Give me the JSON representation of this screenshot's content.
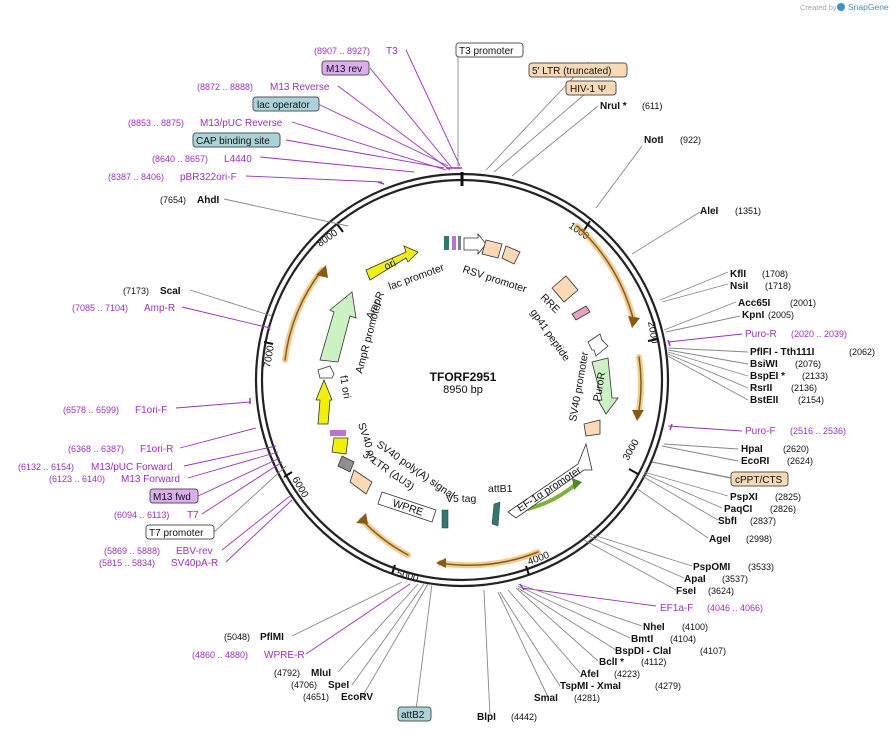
{
  "credit": {
    "prefix": "Created by",
    "brand": "SnapGene"
  },
  "plasmid": {
    "name": "TFORF2951",
    "length": "8950 bp"
  },
  "ticks": [
    "1000",
    "2000",
    "3000",
    "4000",
    "5000",
    "6000",
    "7000",
    "8000"
  ],
  "inner_features": {
    "ori": "ori",
    "lac_promoter": "lac promoter",
    "rsv_promoter": "RSV promoter",
    "rre": "RRE",
    "gp41": "gp41 peptide",
    "sv40_promoter": "SV40 promoter",
    "puror": "PuroR",
    "ef1a": "EF-1α promoter",
    "attb1": "attB1",
    "v5tag": "V5 tag",
    "wpre": "WPRE",
    "ltr": "3' LTR (ΔU3)",
    "sv40polya": "SV40 poly(A) signal",
    "sv40ori": "SV40 ori",
    "f1ori": "f1 ori",
    "ampr_promoter": "AmpR promoter",
    "ampr": "AmpR"
  },
  "boxed_labels": [
    {
      "id": "t3promoter",
      "text": "T3 promoter",
      "style": "white"
    },
    {
      "id": "m13rev",
      "text": "M13 rev",
      "style": "purple"
    },
    {
      "id": "lacop",
      "text": "lac operator",
      "style": "teal"
    },
    {
      "id": "cap",
      "text": "CAP binding site",
      "style": "teal"
    },
    {
      "id": "ltr5",
      "text": "5′ LTR (truncated)",
      "style": "peach"
    },
    {
      "id": "hiv",
      "text": "HIV-1 Ψ",
      "style": "peach"
    },
    {
      "id": "cppt",
      "text": "cPPT/CTS",
      "style": "peach"
    },
    {
      "id": "m13fwd",
      "text": "M13 fwd",
      "style": "purple"
    },
    {
      "id": "t7promoter",
      "text": "T7 promoter",
      "style": "white"
    },
    {
      "id": "attb2",
      "text": "attB2",
      "style": "teal"
    }
  ],
  "left_labels": [
    {
      "pos": "(8907 .. 8927)",
      "name": "T3",
      "primer": true
    },
    {
      "pos": "(8872 .. 8888)",
      "name": "M13 Reverse",
      "primer": true
    },
    {
      "pos": "(8853 .. 8875)",
      "name": "M13/pUC Reverse",
      "primer": true
    },
    {
      "pos": "(8640 .. 8657)",
      "name": "L4440",
      "primer": true
    },
    {
      "pos": "(8387 .. 8406)",
      "name": "pBR322ori-F",
      "primer": true
    },
    {
      "pos": "(7654)",
      "name": "AhdI",
      "primer": false
    },
    {
      "pos": "(7173)",
      "name": "ScaI",
      "primer": false
    },
    {
      "pos": "(7085 .. 7104)",
      "name": "Amp-R",
      "primer": true
    },
    {
      "pos": "(6578 .. 6599)",
      "name": "F1ori-F",
      "primer": true
    },
    {
      "pos": "(6368 .. 6387)",
      "name": "F1ori-R",
      "primer": true
    },
    {
      "pos": "(6132 .. 6154)",
      "name": "M13/pUC Forward",
      "primer": true
    },
    {
      "pos": "(6123 .. 6140)",
      "name": "M13 Forward",
      "primer": true
    },
    {
      "pos": "(6094 .. 6113)",
      "name": "T7",
      "primer": true
    },
    {
      "pos": "(5869 .. 5888)",
      "name": "EBV-rev",
      "primer": true
    },
    {
      "pos": "(5815 .. 5834)",
      "name": "SV40pA-R",
      "primer": true
    },
    {
      "pos": "(5048)",
      "name": "PflMI",
      "primer": false
    },
    {
      "pos": "(4860 .. 4880)",
      "name": "WPRE-R",
      "primer": true
    },
    {
      "pos": "(4792)",
      "name": "MluI",
      "primer": false
    },
    {
      "pos": "(4706)",
      "name": "SpeI",
      "primer": false
    },
    {
      "pos": "(4651)",
      "name": "EcoRV",
      "primer": false
    }
  ],
  "right_labels": [
    {
      "name": "NruI *",
      "pos": "(611)",
      "primer": false
    },
    {
      "name": "NotI",
      "pos": "(922)",
      "primer": false
    },
    {
      "name": "AleI",
      "pos": "(1351)",
      "primer": false
    },
    {
      "name": "KflI",
      "pos": "(1708)",
      "primer": false
    },
    {
      "name": "NsiI",
      "pos": "(1718)",
      "primer": false
    },
    {
      "name": "Acc65I",
      "pos": "(2001)",
      "primer": false
    },
    {
      "name": "KpnI",
      "pos": "(2005)",
      "primer": false
    },
    {
      "name": "Puro-R",
      "pos": "(2020 .. 2039)",
      "primer": true
    },
    {
      "name": "PflFI - Tth111I",
      "pos": "(2062)",
      "primer": false
    },
    {
      "name": "BsiWI",
      "pos": "(2076)",
      "primer": false
    },
    {
      "name": "BspEI *",
      "pos": "(2133)",
      "primer": false
    },
    {
      "name": "RsrII",
      "pos": "(2136)",
      "primer": false
    },
    {
      "name": "BstEII",
      "pos": "(2154)",
      "primer": false
    },
    {
      "name": "Puro-F",
      "pos": "(2516 .. 2536)",
      "primer": true
    },
    {
      "name": "HpaI",
      "pos": "(2620)",
      "primer": false
    },
    {
      "name": "EcoRI",
      "pos": "(2624)",
      "primer": false
    },
    {
      "name": "PspXI",
      "pos": "(2825)",
      "primer": false
    },
    {
      "name": "PaqCI",
      "pos": "(2826)",
      "primer": false
    },
    {
      "name": "SbfI",
      "pos": "(2837)",
      "primer": false
    },
    {
      "name": "AgeI",
      "pos": "(2998)",
      "primer": false
    },
    {
      "name": "PspOMI",
      "pos": "(3533)",
      "primer": false
    },
    {
      "name": "ApaI",
      "pos": "(3537)",
      "primer": false
    },
    {
      "name": "FseI",
      "pos": "(3624)",
      "primer": false
    },
    {
      "name": "EF1a-F",
      "pos": "(4046 .. 4066)",
      "primer": true
    },
    {
      "name": "NheI",
      "pos": "(4100)",
      "primer": false
    },
    {
      "name": "BmtI",
      "pos": "(4104)",
      "primer": false
    },
    {
      "name": "BspDI - ClaI",
      "pos": "(4107)",
      "primer": false
    },
    {
      "name": "BclI *",
      "pos": "(4112)",
      "primer": false
    },
    {
      "name": "AfeI",
      "pos": "(4223)",
      "primer": false
    },
    {
      "name": "TspMI - XmaI",
      "pos": "(4279)",
      "primer": false
    },
    {
      "name": "SmaI",
      "pos": "(4281)",
      "primer": false
    },
    {
      "name": "BlpI",
      "pos": "(4442)",
      "primer": false
    }
  ],
  "colors": {
    "ring": "#222222",
    "primer": "#9b30c8",
    "orange_arrow": "#e8a23a",
    "ori_yellow": "#f2f200",
    "ampr_green": "#ccf2c4",
    "peach": "#fbd9b5",
    "teal": "#a7d3d9",
    "purple_box": "#dcaef0"
  }
}
